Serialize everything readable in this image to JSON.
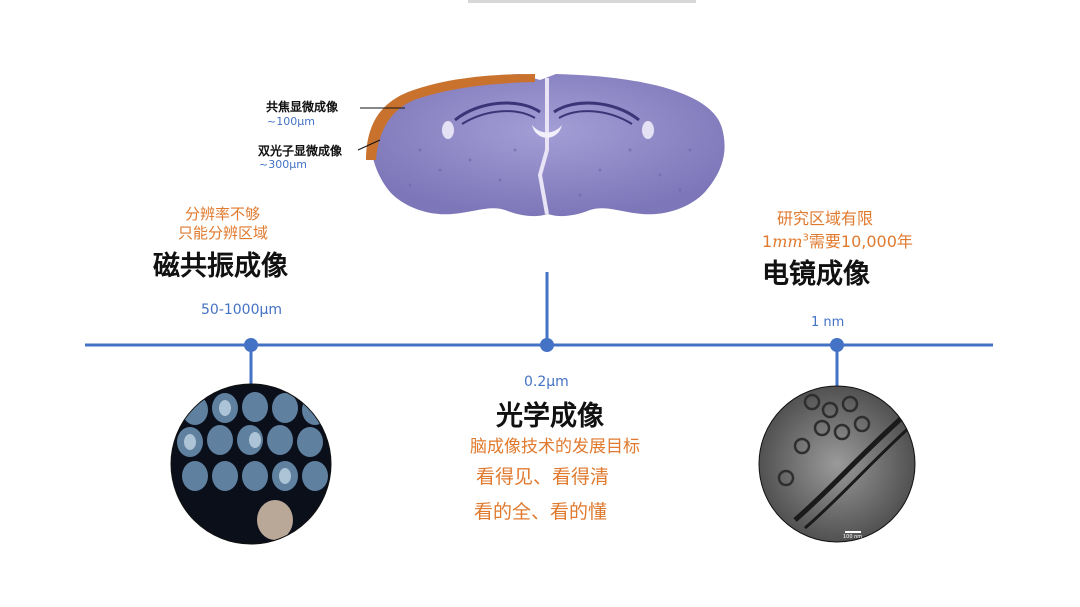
{
  "brain_labels": {
    "confocal": "共焦显微成像",
    "confocal_depth": "~100μm",
    "two_photon": "双光子显微成像",
    "two_photon_depth": "~300μm"
  },
  "mri": {
    "note_line1": "分辨率不够",
    "note_line2": "只能分辨区域",
    "title": "磁共振成像",
    "scale": "50-1000μm"
  },
  "optical": {
    "scale": "0.2μm",
    "title": "光学成像",
    "subtitle": "脑成像技术的发展目标",
    "goal1": "看得见、看得清",
    "goal2": "看的全、看的懂"
  },
  "em": {
    "note_line1": "研究区域有限",
    "note_line2_prefix": "1",
    "note_line2_unit": "mm",
    "note_line2_exp": "3",
    "note_line2_suffix": "需要10,000年",
    "title": "电镜成像",
    "scale": "1 nm",
    "scalebar_label": "100 nm"
  },
  "colors": {
    "timeline": "#4472c4",
    "accent": "#e07a2f",
    "brain_tissue": "#8e86c6",
    "cortex_highlight": "#c8722e"
  }
}
